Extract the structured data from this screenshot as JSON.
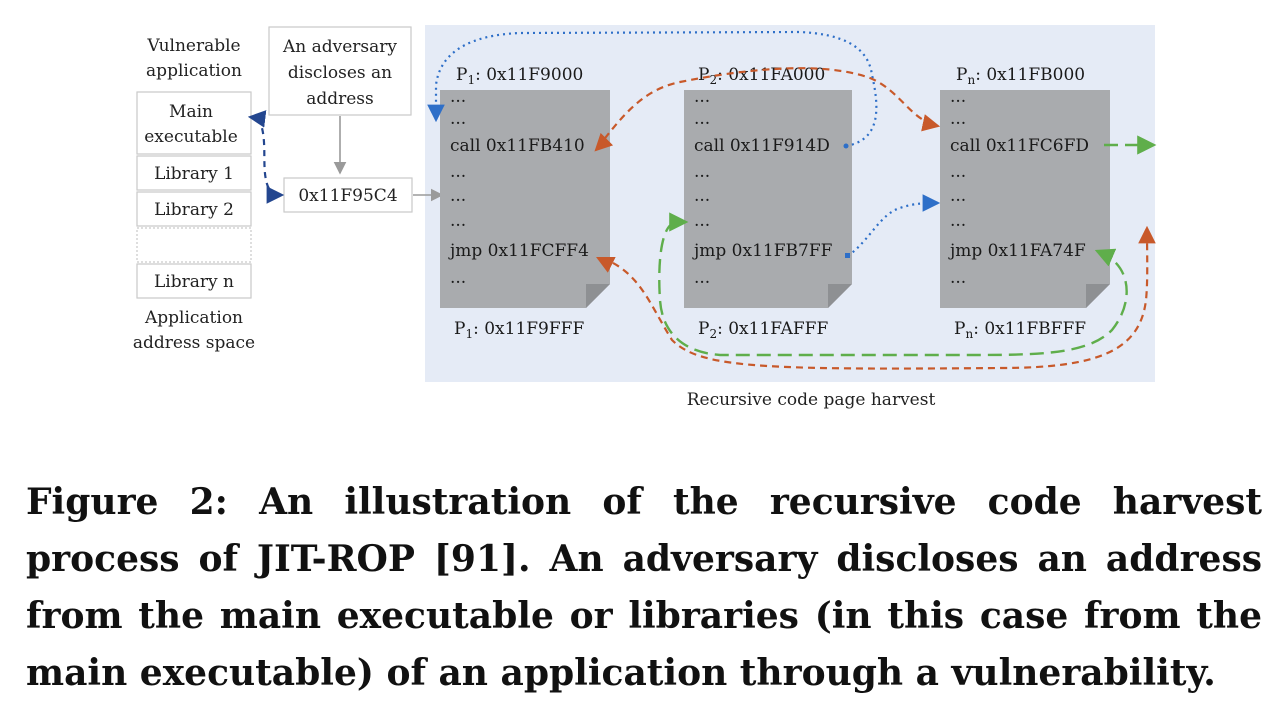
{
  "address_space": {
    "heading_line1": "Vulnerable",
    "heading_line2": "application",
    "segments": [
      {
        "line1": "Main",
        "line2": "executable"
      },
      {
        "line1": "Library 1"
      },
      {
        "line1": "Library 2"
      },
      {
        "line1": ""
      },
      {
        "line1": "Library n"
      }
    ],
    "footer_line1": "Application",
    "footer_line2": "address space"
  },
  "adversary": {
    "line1": "An adversary",
    "line2": "discloses an",
    "line3": "address",
    "disclosed_address": "0x11F95C4"
  },
  "pages": [
    {
      "name": "P",
      "sub": "1",
      "start": ": 0x11F9000",
      "end": ": 0x11F9FFF",
      "lines": [
        "...",
        "...",
        "call 0x11FB410",
        "...",
        "...",
        "...",
        "jmp 0x11FCFF4",
        "..."
      ]
    },
    {
      "name": "P",
      "sub": "2",
      "start": ": 0x11FA000",
      "end": ": 0x11FAFFF",
      "lines": [
        "...",
        "...",
        "call 0x11F914D",
        "...",
        "...",
        "...",
        "jmp 0x11FB7FF",
        "..."
      ]
    },
    {
      "name": "P",
      "sub": "n",
      "start": ": 0x11FB000",
      "end": ": 0x11FBFFF",
      "lines": [
        "...",
        "...",
        "call 0x11FC6FD",
        "...",
        "...",
        "...",
        "jmp 0x11FA74F",
        "..."
      ]
    }
  ],
  "harvest_label": "Recursive code page harvest",
  "colors": {
    "panel": "#e5ebf6",
    "page": "#a9abae",
    "page_fold": "#8e9093",
    "blue": "#2e6fc8",
    "navy": "#23468f",
    "orange": "#c8592a",
    "green": "#5fae4b",
    "gray": "#9a9a9a"
  },
  "caption": "Figure 2: An illustration of the recursive code harvest process of JIT-ROP [91]. An adversary discloses an address from the main executable or libraries (in this case from the main executable) of an application through a vulnerability."
}
